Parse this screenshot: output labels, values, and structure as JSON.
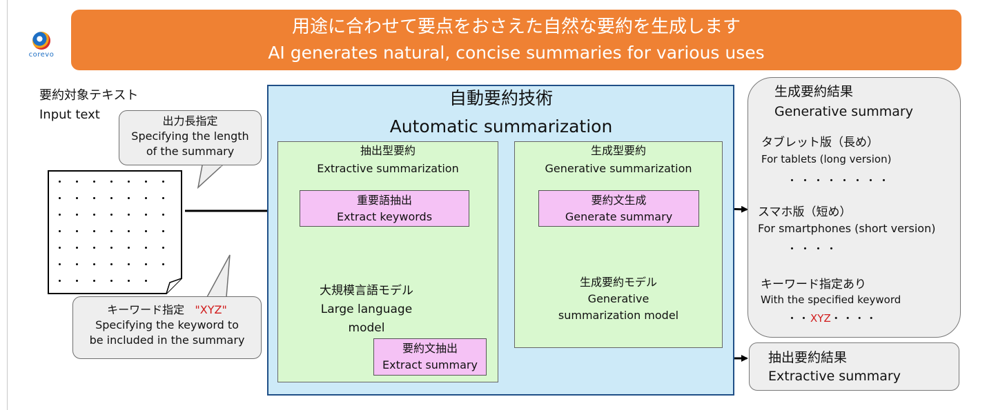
{
  "banner": {
    "title_ja": "用途に合わせて要点をおさえた自然な要約を生成します",
    "title_en": "AI generates natural, concise summaries for various uses"
  },
  "logo": {
    "text": "corevo"
  },
  "input": {
    "label_ja": "要約対象テキスト",
    "label_en": "Input text"
  },
  "callout_length": {
    "ja": "出力長指定",
    "en1": "Specifying the length",
    "en2": "of the summary"
  },
  "callout_keyword": {
    "ja": "キーワード指定",
    "keyword": "\"XYZ\"",
    "en1": "Specifying the keyword to",
    "en2": "be included in the summary"
  },
  "auto": {
    "ja": "自動要約技術",
    "en": "Automatic summarization"
  },
  "extractive": {
    "ja": "抽出型要約",
    "en": "Extractive summarization",
    "keywords_ja": "重要語抽出",
    "keywords_en": "Extract keywords",
    "model_ja": "大規模言語モデル",
    "model_en": "Large language model",
    "summary_ja": "要約文抽出",
    "summary_en": "Extract summary"
  },
  "generative": {
    "ja": "生成型要約",
    "en": "Generative summarization",
    "gen_ja": "要約文生成",
    "gen_en": "Generate summary",
    "model_ja": "生成要約モデル",
    "model_en1": "Generative",
    "model_en2": "summarization model"
  },
  "results": {
    "title_ja": "生成要約結果",
    "title_en": "Generative summary",
    "tablet_ja": "タブレット版（長め）",
    "tablet_en": "For tablets (long version)",
    "tablet_dots": "・・・・・・・・",
    "phone_ja": "スマホ版（短め）",
    "phone_en": "For smartphones (short version)",
    "phone_dots": "・・・・",
    "kw_ja": "キーワード指定あり",
    "kw_en": "With the specified keyword",
    "kw_dots_pre": "・・",
    "kw_word": "XYZ",
    "kw_dots_post": "・・・・"
  },
  "extractive_result": {
    "ja": "抽出要約結果",
    "en": "Extractive summary"
  },
  "colors": {
    "banner": "#ef8133",
    "outer_box": "#cdeaf8",
    "outer_border": "#1f4f87",
    "inner_box": "#d9f8cf",
    "process_box": "#f5c2f5",
    "model_cylinder": "#fbe7c1",
    "panel": "#eeeeee",
    "keyword": "#d11c1c"
  }
}
